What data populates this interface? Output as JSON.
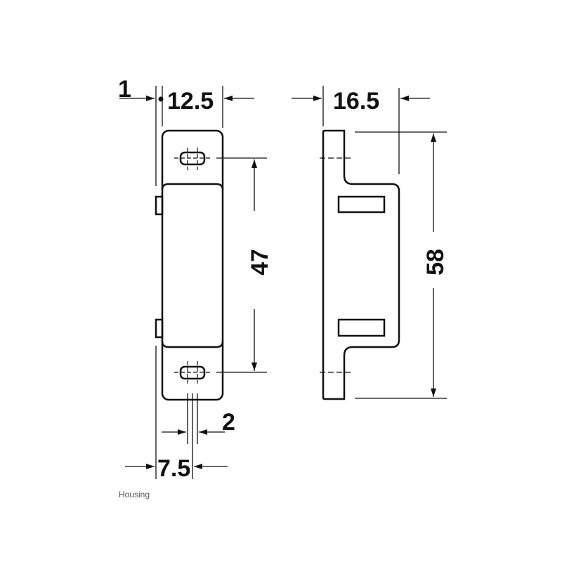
{
  "drawing": {
    "dimensions": {
      "offset": "1",
      "front_width": "12.5",
      "side_depth": "16.5",
      "hole_spacing": "47",
      "overall_height": "58",
      "hole_width": "2",
      "hole_offset": "7.5"
    }
  },
  "caption": "Housing"
}
